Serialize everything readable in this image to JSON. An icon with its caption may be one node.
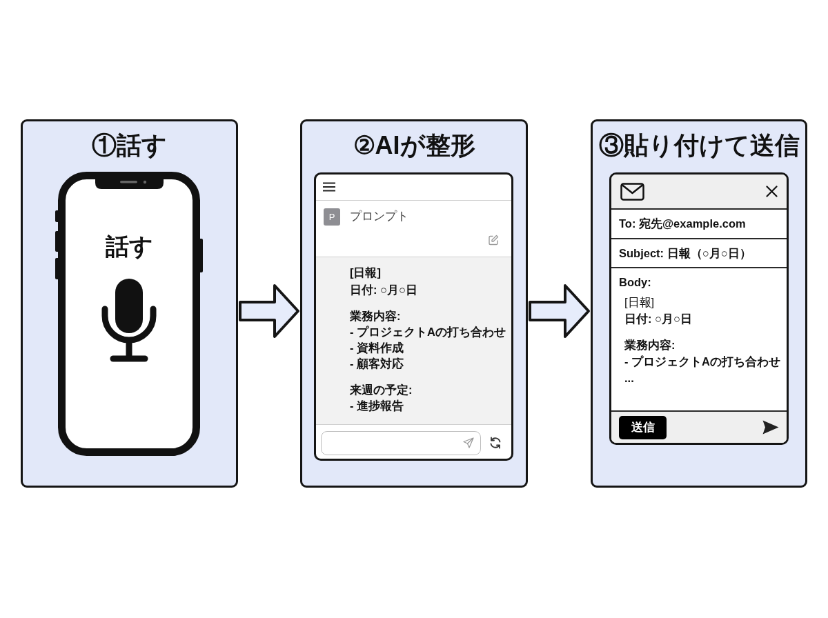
{
  "diagram": {
    "nodes": [
      {
        "text": [
          "①話す"
        ]
      },
      {
        "text": [
          "②AIが整形"
        ]
      },
      {
        "text": [
          "③貼り付けて送信"
        ]
      },
      {
        "text": [
          "話す"
        ],
        "in": 0
      },
      {
        "text": [
          "P",
          "プロンプト",
          "[日報]",
          "日付: ○月○日",
          "業務内容:",
          "- プロジェクトAの打ち合わせ",
          "- 資料作成",
          "- 顧客対応",
          "来週の予定:",
          "- 進捗報告"
        ],
        "in": 1
      },
      {
        "text": [
          "To: 宛先@example.com",
          "Subject: 日報（○月○日）",
          "Body:",
          "[日報]",
          "日付: ○月○日",
          "業務内容:",
          "- プロジェクトAの打ち合わせ",
          "...",
          "送信"
        ],
        "in": 2
      }
    ],
    "edges": [
      {
        "from": 0,
        "to": 1,
        "arrow": "to"
      },
      {
        "from": 1,
        "to": 2,
        "arrow": "to"
      }
    ]
  }
}
